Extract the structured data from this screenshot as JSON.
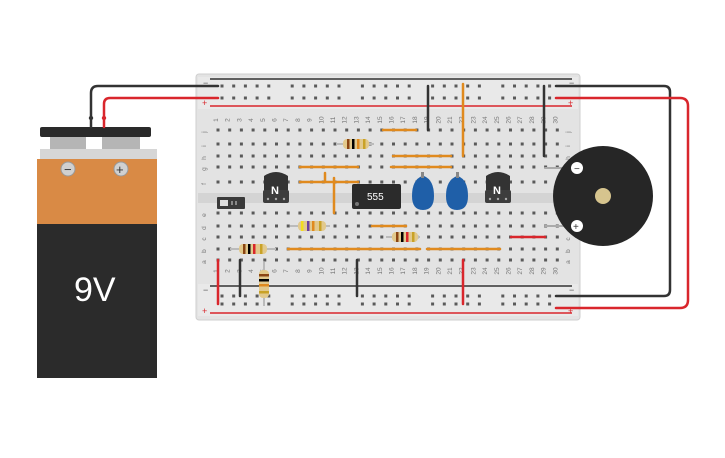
{
  "battery": {
    "label": "9V",
    "neg_symbol": "−",
    "pos_symbol": "+",
    "case_color": "#2b2b2b",
    "label_color": "#d98a45"
  },
  "breadboard": {
    "columns_top": [
      "1",
      "2",
      "3",
      "4",
      "5",
      "6",
      "7",
      "8",
      "9",
      "10",
      "11",
      "12",
      "13",
      "14",
      "15",
      "16",
      "17",
      "18",
      "19",
      "20",
      "21",
      "22",
      "23",
      "24",
      "25",
      "26",
      "27",
      "28",
      "29",
      "30"
    ],
    "row_letters_top": [
      "j",
      "i",
      "h",
      "g",
      "f"
    ],
    "row_letters_bottom": [
      "e",
      "d",
      "c",
      "b",
      "a"
    ],
    "rail_minus": "−",
    "rail_plus": "+",
    "board_color": "#e3e3e3",
    "rail_red": "#d9262c",
    "rail_black": "#333333"
  },
  "components": {
    "ic_label": "555",
    "transistor_left_label": "N",
    "transistor_right_label": "N"
  },
  "buzzer": {
    "neg_symbol": "−",
    "pos_symbol": "+"
  },
  "wire_colors": {
    "red": "#d9262c",
    "black": "#333333",
    "orange": "#e08a1e"
  }
}
